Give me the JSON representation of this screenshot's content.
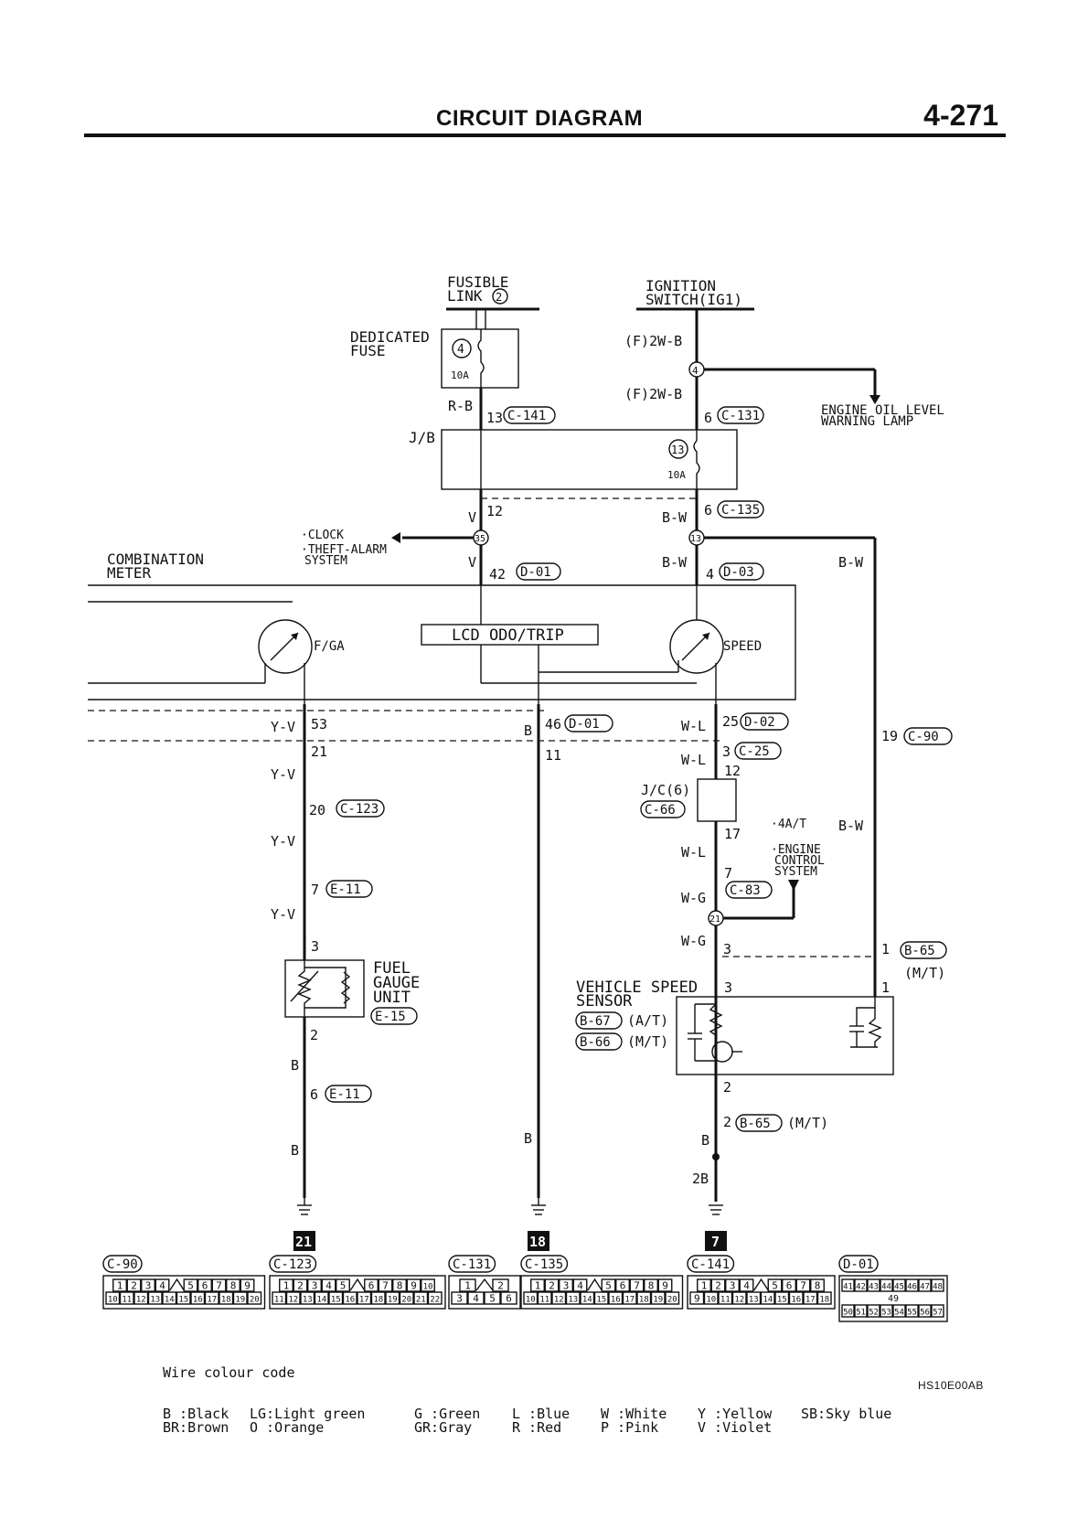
{
  "header": {
    "title": "CIRCUIT DIAGRAM",
    "page_number": "4-271"
  },
  "sources": {
    "fusible_link_line1": "FUSIBLE",
    "fusible_link_line2": "LINK",
    "fusible_link_num": "2",
    "ignition_line1": "IGNITION",
    "ignition_line2": "SWITCH(IG1)"
  },
  "fuses": {
    "dedicated_line1": "DEDICATED",
    "dedicated_line2": "FUSE",
    "dedicated_num": "4",
    "dedicated_rating": "10A",
    "jb_fuse_num": "13",
    "jb_fuse_rating": "10A"
  },
  "labels": {
    "jb": "J/B",
    "combination_meter_line1": "COMBINATION",
    "combination_meter_line2": "METER",
    "clock": "·CLOCK",
    "theft_line1": "·THEFT-ALARM",
    "theft_line2": "SYSTEM",
    "engine_oil_line1": "ENGINE OIL LEVEL",
    "engine_oil_line2": "WARNING LAMP",
    "fga": "F/GA",
    "speed": "SPEED",
    "lcd": "LCD ODO/TRIP",
    "jc6": "J/C(6)",
    "at_ecs_1": "·4A/T",
    "at_ecs_2": "·ENGINE",
    "at_ecs_3": "CONTROL",
    "at_ecs_4": "SYSTEM",
    "fuel_gauge_1": "FUEL",
    "fuel_gauge_2": "GAUGE",
    "fuel_gauge_3": "UNIT",
    "vss_1": "VEHICLE SPEED",
    "vss_2": "SENSOR",
    "at": "(A/T)",
    "mt": "(M/T)",
    "mt2": "(M/T)",
    "mt3": "(M/T)",
    "splice_35": "35",
    "splice_13": "13",
    "splice_4": "4",
    "splice_21": "21",
    "ground_21": "21",
    "ground_18": "18",
    "ground_7": "7",
    "twob": "2B"
  },
  "wire_colors": {
    "f2wb_1": "(F)2W-B",
    "f2wb_2": "(F)2W-B",
    "rb": "R-B",
    "v_1": "V",
    "v_2": "V",
    "bw_1": "B-W",
    "bw_2": "B-W",
    "bw_3": "B-W",
    "bw_4": "B-W",
    "yv_1": "Y-V",
    "yv_2": "Y-V",
    "yv_3": "Y-V",
    "yv_4": "Y-V",
    "b_1": "B",
    "b_2": "B",
    "b_3": "B",
    "b_4": "B",
    "b_5": "B",
    "wl_1": "W-L",
    "wl_2": "W-L",
    "wl_3": "W-L",
    "wg_1": "W-G",
    "wg_2": "W-G"
  },
  "pins": {
    "p13": "13",
    "p6a": "6",
    "p12": "12",
    "p6b": "6",
    "p42": "42",
    "p4": "4",
    "p53": "53",
    "p21": "21",
    "p20": "20",
    "p7a": "7",
    "p3a": "3",
    "p2a": "2",
    "p6c": "6",
    "p46": "46",
    "p11": "11",
    "p25": "25",
    "p3b": "3",
    "p12b": "12",
    "p17": "17",
    "p7b": "7",
    "p3c": "3",
    "p3d": "3",
    "p2b": "2",
    "p2c": "2",
    "p19": "19",
    "p1a": "1",
    "p1b": "1"
  },
  "connectors": {
    "c141": "C-141",
    "c131": "C-131",
    "c135": "C-135",
    "d01a": "D-01",
    "d03": "D-03",
    "d01b": "D-01",
    "d02": "D-02",
    "c25": "C-25",
    "c66": "C-66",
    "c83": "C-83",
    "c90": "C-90",
    "c123": "C-123",
    "e11a": "E-11",
    "e15": "E-15",
    "e11b": "E-11",
    "b65a": "B-65",
    "b67": "B-67",
    "b66": "B-66",
    "b65b": "B-65"
  },
  "connector_views": [
    {
      "name": "C-90",
      "top": [
        "1",
        "2",
        "3",
        "4",
        "",
        "5",
        "6",
        "7",
        "8",
        "9"
      ],
      "bottom": [
        "10",
        "11",
        "12",
        "13",
        "14",
        "15",
        "16",
        "17",
        "18",
        "19",
        "20"
      ]
    },
    {
      "name": "C-123",
      "top": [
        "1",
        "2",
        "3",
        "4",
        "5",
        "",
        "6",
        "7",
        "8",
        "9",
        "10"
      ],
      "bottom": [
        "11",
        "12",
        "13",
        "14",
        "15",
        "16",
        "17",
        "18",
        "19",
        "20",
        "21",
        "22"
      ]
    },
    {
      "name": "C-131",
      "top": [
        "1",
        "",
        "2"
      ],
      "bottom": [
        "3",
        "4",
        "5",
        "6"
      ]
    },
    {
      "name": "C-135",
      "top": [
        "1",
        "2",
        "3",
        "4",
        "",
        "5",
        "6",
        "7",
        "8",
        "9"
      ],
      "bottom": [
        "10",
        "11",
        "12",
        "13",
        "14",
        "15",
        "16",
        "17",
        "18",
        "19",
        "20"
      ]
    },
    {
      "name": "C-141",
      "top": [
        "1",
        "2",
        "3",
        "4",
        "",
        "5",
        "6",
        "7",
        "8"
      ],
      "bottom": [
        "9",
        "10",
        "11",
        "12",
        "13",
        "14",
        "15",
        "16",
        "17",
        "18"
      ]
    },
    {
      "name": "D-01",
      "top": [
        "41",
        "42",
        "43",
        "44",
        "45",
        "46",
        "47",
        "48"
      ],
      "middle": "49",
      "bottom": [
        "50",
        "51",
        "52",
        "53",
        "54",
        "55",
        "56",
        "57"
      ]
    }
  ],
  "legend": {
    "title": "Wire colour code",
    "rows": [
      [
        "B :Black",
        "LG:Light green",
        "G :Green",
        "L :Blue",
        "W :White",
        "Y :Yellow",
        "SB:Sky blue"
      ],
      [
        "BR:Brown",
        "O :Orange",
        "GR:Gray",
        "R :Red",
        "P :Pink",
        "V :Violet",
        ""
      ]
    ]
  },
  "figure_code": "HS10E00AB"
}
